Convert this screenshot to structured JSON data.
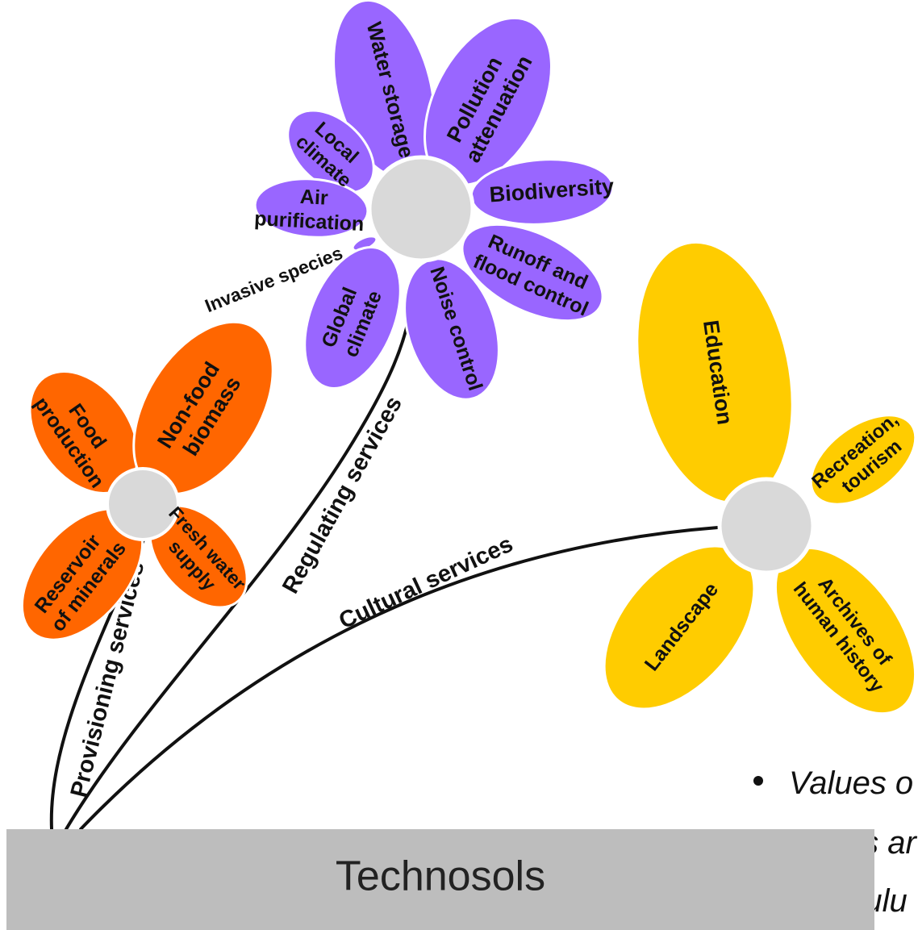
{
  "soil_label": "Technosols",
  "stems": {
    "provisioning": "Provisioning services",
    "regulating": "Regulating services",
    "cultural": "Cultural services"
  },
  "flowers": {
    "provisioning": {
      "color": "#FF6600",
      "petals": {
        "food": [
          "Food",
          "production"
        ],
        "nonfood": [
          "Non-food",
          "biomass"
        ],
        "reservoir": [
          "Reservoir",
          "of minerals"
        ],
        "freshwater": [
          "Fresh water",
          "supply"
        ]
      }
    },
    "regulating": {
      "color": "#9966FF",
      "petals": {
        "water_storage": [
          "Water storage"
        ],
        "pollution": [
          "Pollution",
          "attenuation"
        ],
        "local_climate": [
          "Local",
          "climate"
        ],
        "air": [
          "Air",
          "purification"
        ],
        "biodiversity": [
          "Biodiversity"
        ],
        "runoff": [
          "Runoff and",
          "flood control"
        ],
        "noise": [
          "Noise control"
        ],
        "global_climate": [
          "Global",
          "climate"
        ]
      },
      "invasive_label": "Invasive species"
    },
    "cultural": {
      "color": "#FFCC00",
      "petals": {
        "education": [
          "Education"
        ],
        "recreation": [
          "Recreation,",
          "tourism"
        ],
        "landscape": [
          "Landscape"
        ],
        "archives": [
          "Archives of",
          "human history"
        ]
      }
    },
    "center_color": "#D9D9D9"
  },
  "bullets": [
    "Values o",
    "Petals ar",
    "Capitulu"
  ]
}
